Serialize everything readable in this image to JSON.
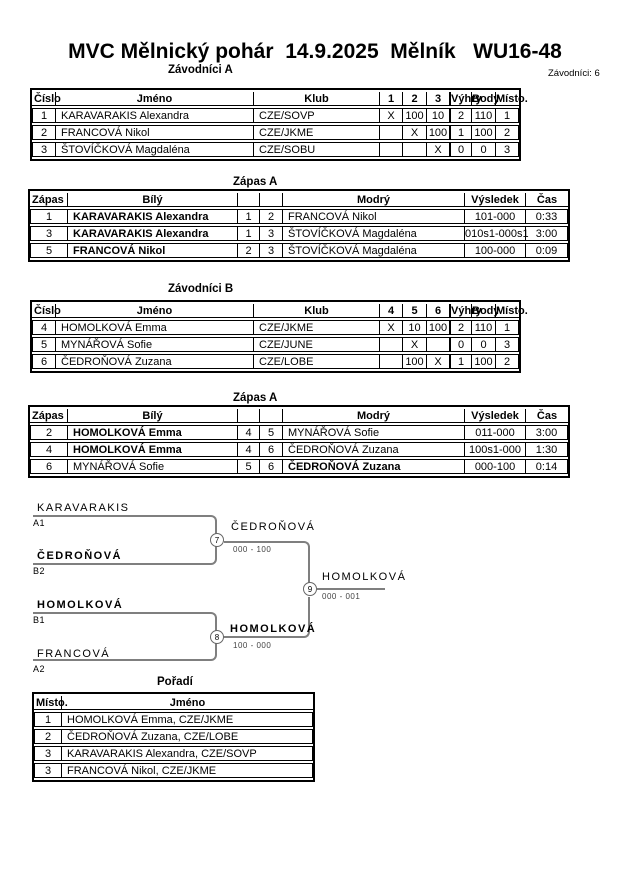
{
  "header": {
    "title": "MVC Mělnický pohár  14.9.2025  Mělník   WU16-48",
    "competitors_note": "Závodníci: 6"
  },
  "tables": {
    "zavodnici_a": {
      "title": "Závodníci A",
      "columns": {
        "cislo": "Číslo",
        "jmeno": "Jméno",
        "klub": "Klub",
        "m1": "1",
        "m2": "2",
        "m3": "3",
        "vyhry": "Výhry",
        "body": "Body",
        "misto": "Místo."
      },
      "rows": [
        {
          "cislo": "1",
          "jmeno": "KARAVARAKIS Alexandra",
          "klub": "CZE/SOVP",
          "m1": "X",
          "m2": "100",
          "m3": "10",
          "vyhry": "2",
          "body": "110",
          "misto": "1"
        },
        {
          "cislo": "2",
          "jmeno": "FRANCOVÁ Nikol",
          "klub": "CZE/JKME",
          "m1": "",
          "m2": "X",
          "m3": "100",
          "vyhry": "1",
          "body": "100",
          "misto": "2"
        },
        {
          "cislo": "3",
          "jmeno": "ŠTOVÍČKOVÁ Magdaléna",
          "klub": "CZE/SOBU",
          "m1": "",
          "m2": "",
          "m3": "X",
          "vyhry": "0",
          "body": "0",
          "misto": "3"
        }
      ]
    },
    "zapas_a1": {
      "title": "Zápas A",
      "columns": {
        "zapas": "Zápas",
        "bily": "Bílý",
        "modry": "Modrý",
        "vysledek": "Výsledek",
        "cas": "Čas"
      },
      "rows": [
        {
          "zapas": "1",
          "bily": "KARAVARAKIS Alexandra",
          "n1": "1",
          "n2": "2",
          "modry": "FRANCOVÁ Nikol",
          "vysledek": "101-000",
          "cas": "0:33"
        },
        {
          "zapas": "3",
          "bily": "KARAVARAKIS Alexandra",
          "n1": "1",
          "n2": "3",
          "modry": "ŠTOVÍČKOVÁ Magdaléna",
          "vysledek": "010s1-000s1",
          "cas": "3:00"
        },
        {
          "zapas": "5",
          "bily": "FRANCOVÁ Nikol",
          "n1": "2",
          "n2": "3",
          "modry": "ŠTOVÍČKOVÁ Magdaléna",
          "vysledek": "100-000",
          "cas": "0:09"
        }
      ]
    },
    "zavodnici_b": {
      "title": "Závodníci B",
      "columns": {
        "cislo": "Číslo",
        "jmeno": "Jméno",
        "klub": "Klub",
        "m1": "4",
        "m2": "5",
        "m3": "6",
        "vyhry": "Výhry",
        "body": "Body",
        "misto": "Místo."
      },
      "rows": [
        {
          "cislo": "4",
          "jmeno": "HOMOLKOVÁ Emma",
          "klub": "CZE/JKME",
          "m1": "X",
          "m2": "10",
          "m3": "100",
          "vyhry": "2",
          "body": "110",
          "misto": "1"
        },
        {
          "cislo": "5",
          "jmeno": "MYNÁŘOVÁ Sofie",
          "klub": "CZE/JUNE",
          "m1": "",
          "m2": "X",
          "m3": "",
          "vyhry": "0",
          "body": "0",
          "misto": "3"
        },
        {
          "cislo": "6",
          "jmeno": "ČEDROŇOVÁ Zuzana",
          "klub": "CZE/LOBE",
          "m1": "",
          "m2": "100",
          "m3": "X",
          "vyhry": "1",
          "body": "100",
          "misto": "2"
        }
      ]
    },
    "zapas_a2": {
      "title": "Zápas A",
      "columns": {
        "zapas": "Zápas",
        "bily": "Bílý",
        "modry": "Modrý",
        "vysledek": "Výsledek",
        "cas": "Čas"
      },
      "rows": [
        {
          "zapas": "2",
          "bily": "HOMOLKOVÁ Emma",
          "n1": "4",
          "n2": "5",
          "modry": "MYNÁŘOVÁ Sofie",
          "vysledek": "011-000",
          "cas": "3:00"
        },
        {
          "zapas": "4",
          "bily": "HOMOLKOVÁ Emma",
          "n1": "4",
          "n2": "6",
          "modry": "ČEDROŇOVÁ Zuzana",
          "vysledek": "100s1-000",
          "cas": "1:30"
        },
        {
          "zapas": "6",
          "bily": "MYNÁŘOVÁ Sofie",
          "n1": "5",
          "n2": "6",
          "modry": "ČEDROŇOVÁ Zuzana",
          "vysledek": "000-100",
          "cas": "0:14"
        }
      ]
    },
    "poradi": {
      "title": "Pořadí",
      "columns": {
        "misto": "Místo.",
        "jmeno": "Jméno"
      },
      "rows": [
        {
          "misto": "1",
          "jmeno": "HOMOLKOVÁ Emma, CZE/JKME"
        },
        {
          "misto": "2",
          "jmeno": "ČEDROŇOVÁ Zuzana, CZE/LOBE"
        },
        {
          "misto": "3",
          "jmeno": "KARAVARAKIS Alexandra, CZE/SOVP"
        },
        {
          "misto": "3",
          "jmeno": "FRANCOVÁ Nikol, CZE/JKME"
        }
      ]
    }
  },
  "bracket": {
    "entries": [
      {
        "name": "KARAVARAKIS",
        "seed": "A1"
      },
      {
        "name": "ČEDROŇOVÁ",
        "seed": "B2"
      },
      {
        "name": "HOMOLKOVÁ",
        "seed": "B1"
      },
      {
        "name": "FRANCOVÁ",
        "seed": "A2"
      }
    ],
    "matches": [
      {
        "number": "7",
        "winner": "ČEDROŇOVÁ",
        "score": "000 - 100"
      },
      {
        "number": "8",
        "winner": "HOMOLKOVÁ",
        "score": "100 - 000"
      },
      {
        "number": "9",
        "winner": "HOMOLKOVÁ",
        "score": "000 - 001"
      }
    ]
  }
}
